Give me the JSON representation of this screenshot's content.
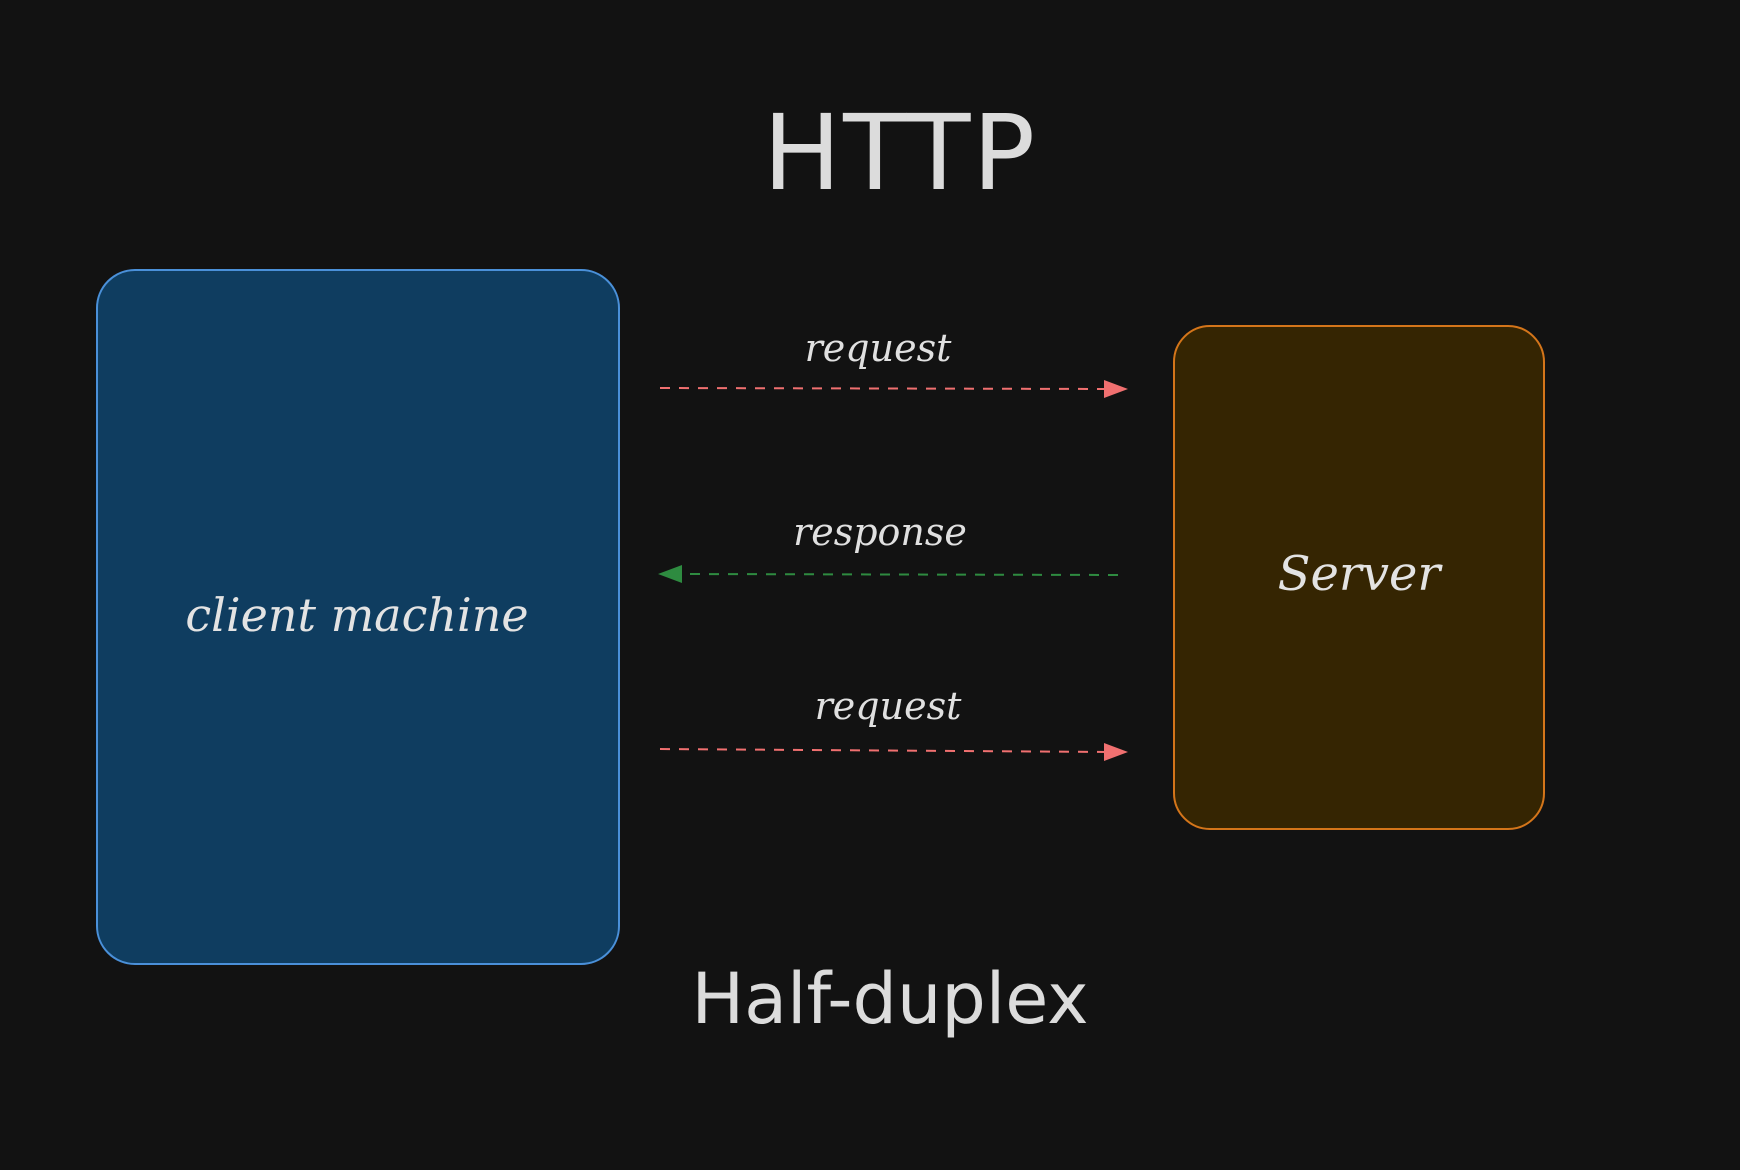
{
  "diagram": {
    "title": "HTTP",
    "footer": "Half-duplex",
    "nodes": {
      "client": {
        "label": "client machine",
        "fill": "#0f3d60",
        "stroke": "#4a90d9"
      },
      "server": {
        "label": "Server",
        "fill": "#352502",
        "stroke": "#d4751a"
      }
    },
    "edges": [
      {
        "label": "request",
        "from": "client",
        "to": "server",
        "color": "#f07070",
        "style": "dashed"
      },
      {
        "label": "response",
        "from": "server",
        "to": "client",
        "color": "#2e8b40",
        "style": "dashed"
      },
      {
        "label": "request",
        "from": "client",
        "to": "server",
        "color": "#f07070",
        "style": "dashed"
      }
    ]
  }
}
